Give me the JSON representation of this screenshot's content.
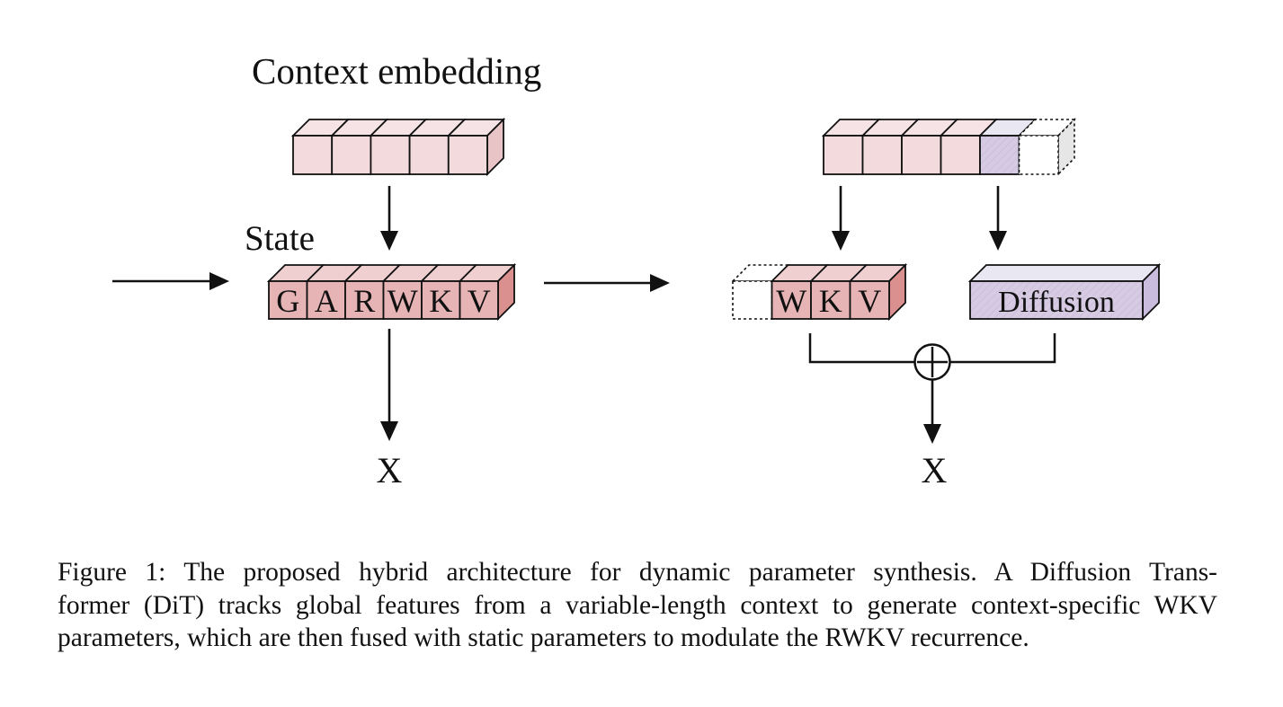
{
  "figure": {
    "labels": {
      "context_embedding": "Context embedding",
      "state": "State",
      "output_left": "X",
      "output_right": "X",
      "diffusion": "Diffusion",
      "plus_symbol": "⊕"
    },
    "left_state_cells": [
      "G",
      "A",
      "R",
      "W",
      "K",
      "V"
    ],
    "right_wkv_cells": [
      "W",
      "K",
      "V"
    ],
    "left_context_cell_count": 5,
    "right_context": {
      "pink_cells": 4,
      "purple_cells": 1,
      "dashed_cells": 1
    },
    "colors": {
      "context_pink": "#f3dadd",
      "context_pink_top": "#f5e3e5",
      "state_pink": "#e6b4b4",
      "state_pink_top": "#efcfcf",
      "state_pink_side": "#d9908e",
      "diffusion_purple": "#d6cbe3",
      "diffusion_top": "#e9e7f1",
      "diffusion_side": "#c9bcdc",
      "dashed_side": "#e6e6e6",
      "stroke": "#111111"
    }
  },
  "caption": {
    "lines": [
      "Figure 1:  The proposed hybrid architecture for dynamic parameter synthesis.  A Diffusion Trans-",
      "former (DiT) tracks global features from a variable-length context to generate context-specific WKV",
      "parameters, which are then fused with static parameters to modulate the RWKV recurrence."
    ]
  }
}
